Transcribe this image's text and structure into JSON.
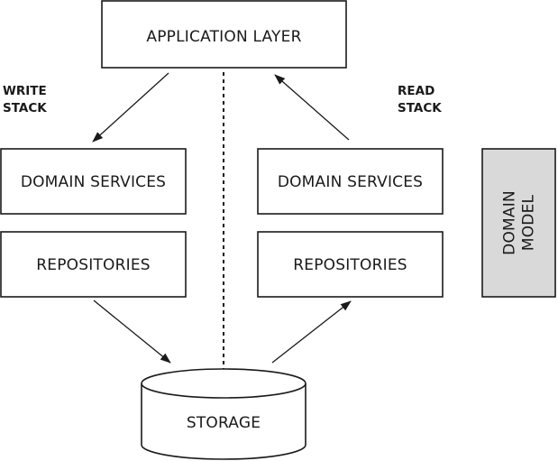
{
  "diagram": {
    "application_layer": "APPLICATION LAYER",
    "write_stack": {
      "line1": "WRITE",
      "line2": "STACK",
      "domain_services": "DOMAIN SERVICES",
      "repositories": "REPOSITORIES"
    },
    "read_stack": {
      "line1": "READ",
      "line2": "STACK",
      "domain_services": "DOMAIN SERVICES",
      "repositories": "REPOSITORIES"
    },
    "domain_model": {
      "line1": "DOMAIN",
      "line2": "MODEL"
    },
    "storage": "STORAGE"
  },
  "colors": {
    "stroke": "#1a1a1a",
    "domain_model_fill": "#d9d9d9",
    "background": "#ffffff"
  }
}
